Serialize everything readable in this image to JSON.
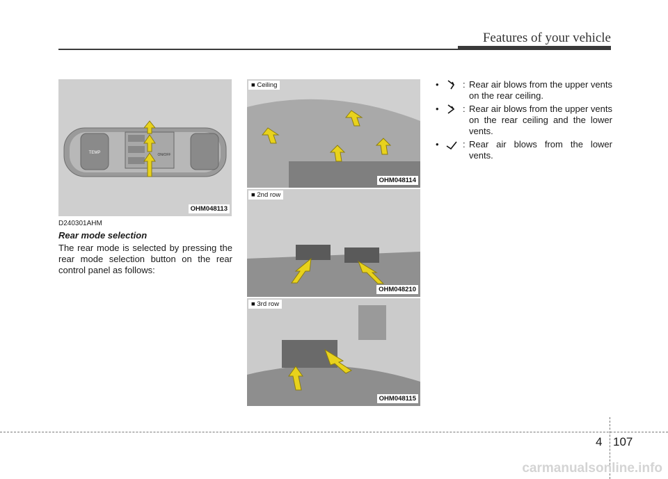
{
  "header": {
    "title": "Features of your vehicle"
  },
  "figures": {
    "panel": {
      "caption": "OHM048113",
      "button_temp": "TEMP",
      "button_onoff": "ON/OFF"
    },
    "ceiling": {
      "label": "■ Ceiling",
      "caption": "OHM048114"
    },
    "second_row": {
      "label": "■ 2nd row",
      "caption": "OHM048210"
    },
    "third_row": {
      "label": "■ 3rd row",
      "caption": "OHM048115"
    }
  },
  "section": {
    "code": "D240301AHM",
    "subtitle": "Rear mode selection",
    "body": "The rear mode is selected by pressing the rear mode selection button on the rear control panel as follows:"
  },
  "modes": [
    {
      "icon": "upper-vent-icon",
      "bullet": "•",
      "colon": ":",
      "text": "Rear air blows from the upper vents on the rear ceiling."
    },
    {
      "icon": "bi-level-vent-icon",
      "bullet": "•",
      "colon": ":",
      "text": "Rear air blows from the upper vents on the rear ceiling and the lower vents."
    },
    {
      "icon": "lower-vent-icon",
      "bullet": "•",
      "colon": ":",
      "text": "Rear air blows from the lower vents."
    }
  ],
  "footer": {
    "chapter": "4",
    "page": "107"
  },
  "watermark": "carmanualsonline.info",
  "colors": {
    "arrow": "#e8d21c",
    "photo_bg": "#c9c9c9",
    "rule": "#3a3a3a"
  }
}
